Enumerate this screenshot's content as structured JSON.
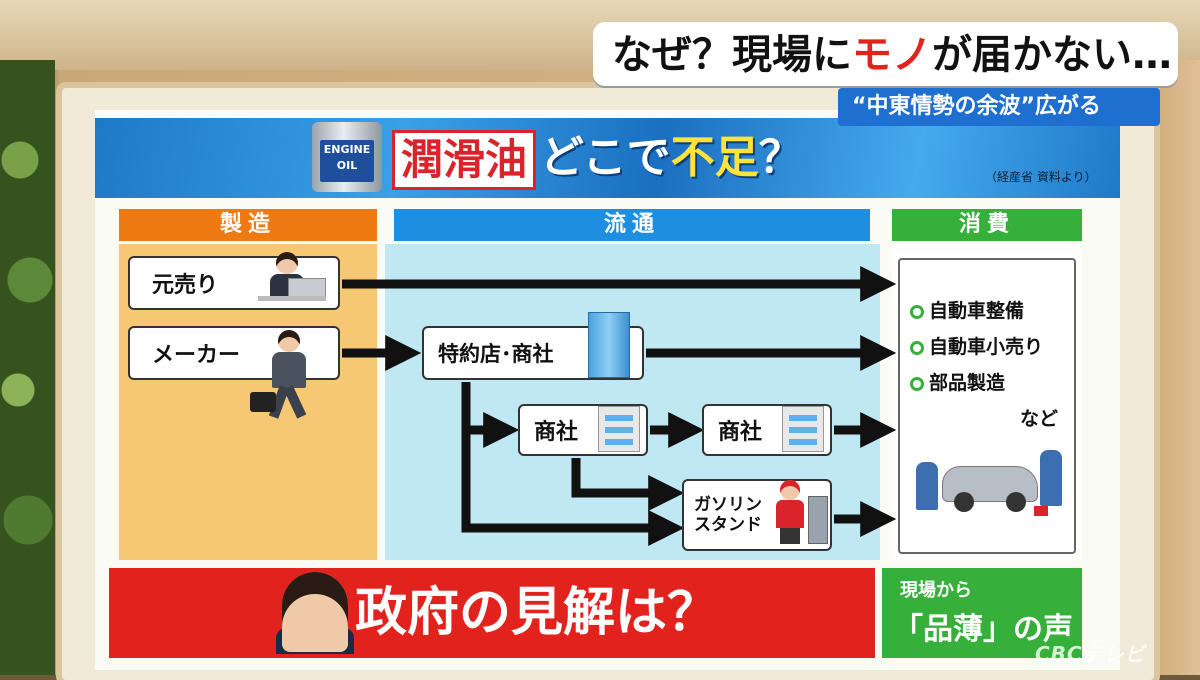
{
  "caption": {
    "headline_part1": "なぜ？現場に",
    "headline_red": "モノ",
    "headline_part2": "が届かない…",
    "subtitle": "“中東情勢の余波”広がる"
  },
  "board": {
    "can_label": "ENGINE\nOIL",
    "title_red": "潤滑油",
    "title_part1": "どこで",
    "title_highlight": "不足",
    "title_part2": "？",
    "source": "（経産省 資料より）",
    "columns": {
      "manufacturing": "製造",
      "distribution": "流通",
      "consumption": "消費"
    },
    "nodes": {
      "motouri": "元売り",
      "maker": "メーカー",
      "tokuyaku": "特約店･商社",
      "shosha_1": "商社",
      "shosha_2": "商社",
      "gas_line1": "ガソリン",
      "gas_line2": "スタンド"
    },
    "consumers": [
      "自動車整備",
      "自動車小売り",
      "部品製造"
    ],
    "consumers_etc": "など",
    "government": "政府の見解は？",
    "field_line1": "現場から",
    "field_line2": "「品薄」の声"
  },
  "broadcaster_logo": "CBCテレビ",
  "colors": {
    "red": "#e2231d",
    "orange": "#ee7a14",
    "blue": "#1e8fe0",
    "green": "#36b03a",
    "yellow": "#ffe23a"
  }
}
